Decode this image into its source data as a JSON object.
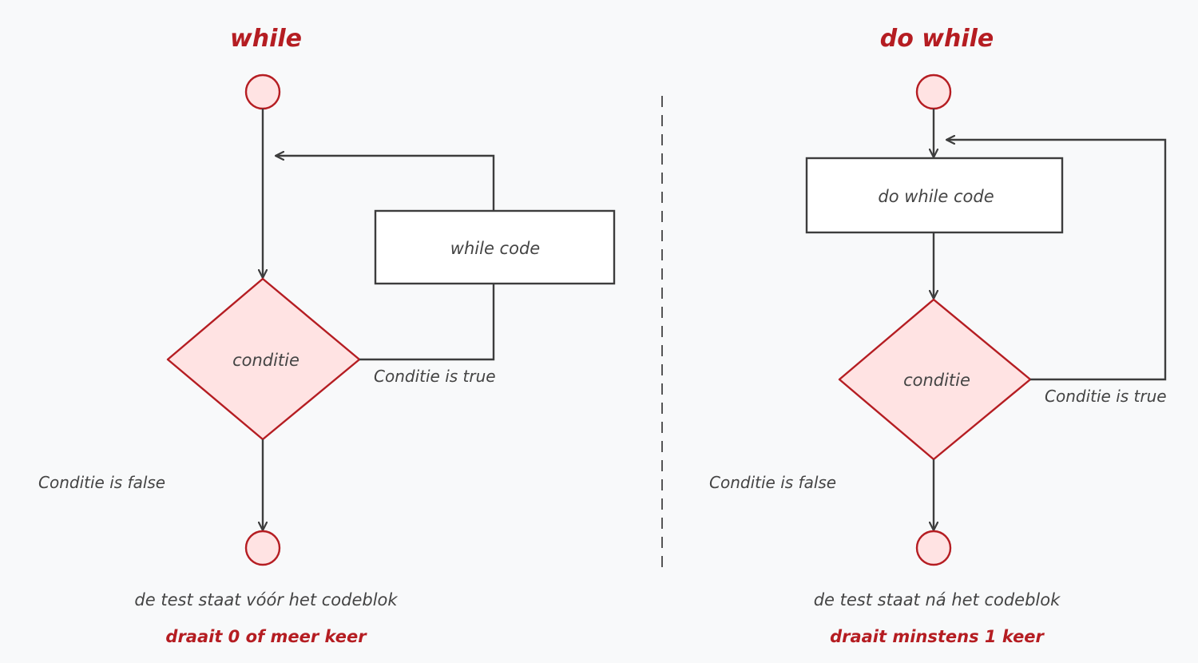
{
  "colors": {
    "accent": "#b51d22",
    "node_fill": "#ffe3e3",
    "stroke": "#3d3d3d",
    "box_fill": "#ffffff",
    "background": "#f8f9fa"
  },
  "while": {
    "title": "while",
    "condition": "conditie",
    "code": "while code",
    "true_label": "Conditie is true",
    "false_label": "Conditie is false",
    "note": "de test staat vóór het codeblok",
    "summary": "draait 0 of meer keer"
  },
  "do_while": {
    "title": "do while",
    "condition": "conditie",
    "code": "do while code",
    "true_label": "Conditie is true",
    "false_label": "Conditie is false",
    "note": "de test staat ná het codeblok",
    "summary": "draait minstens 1 keer"
  }
}
